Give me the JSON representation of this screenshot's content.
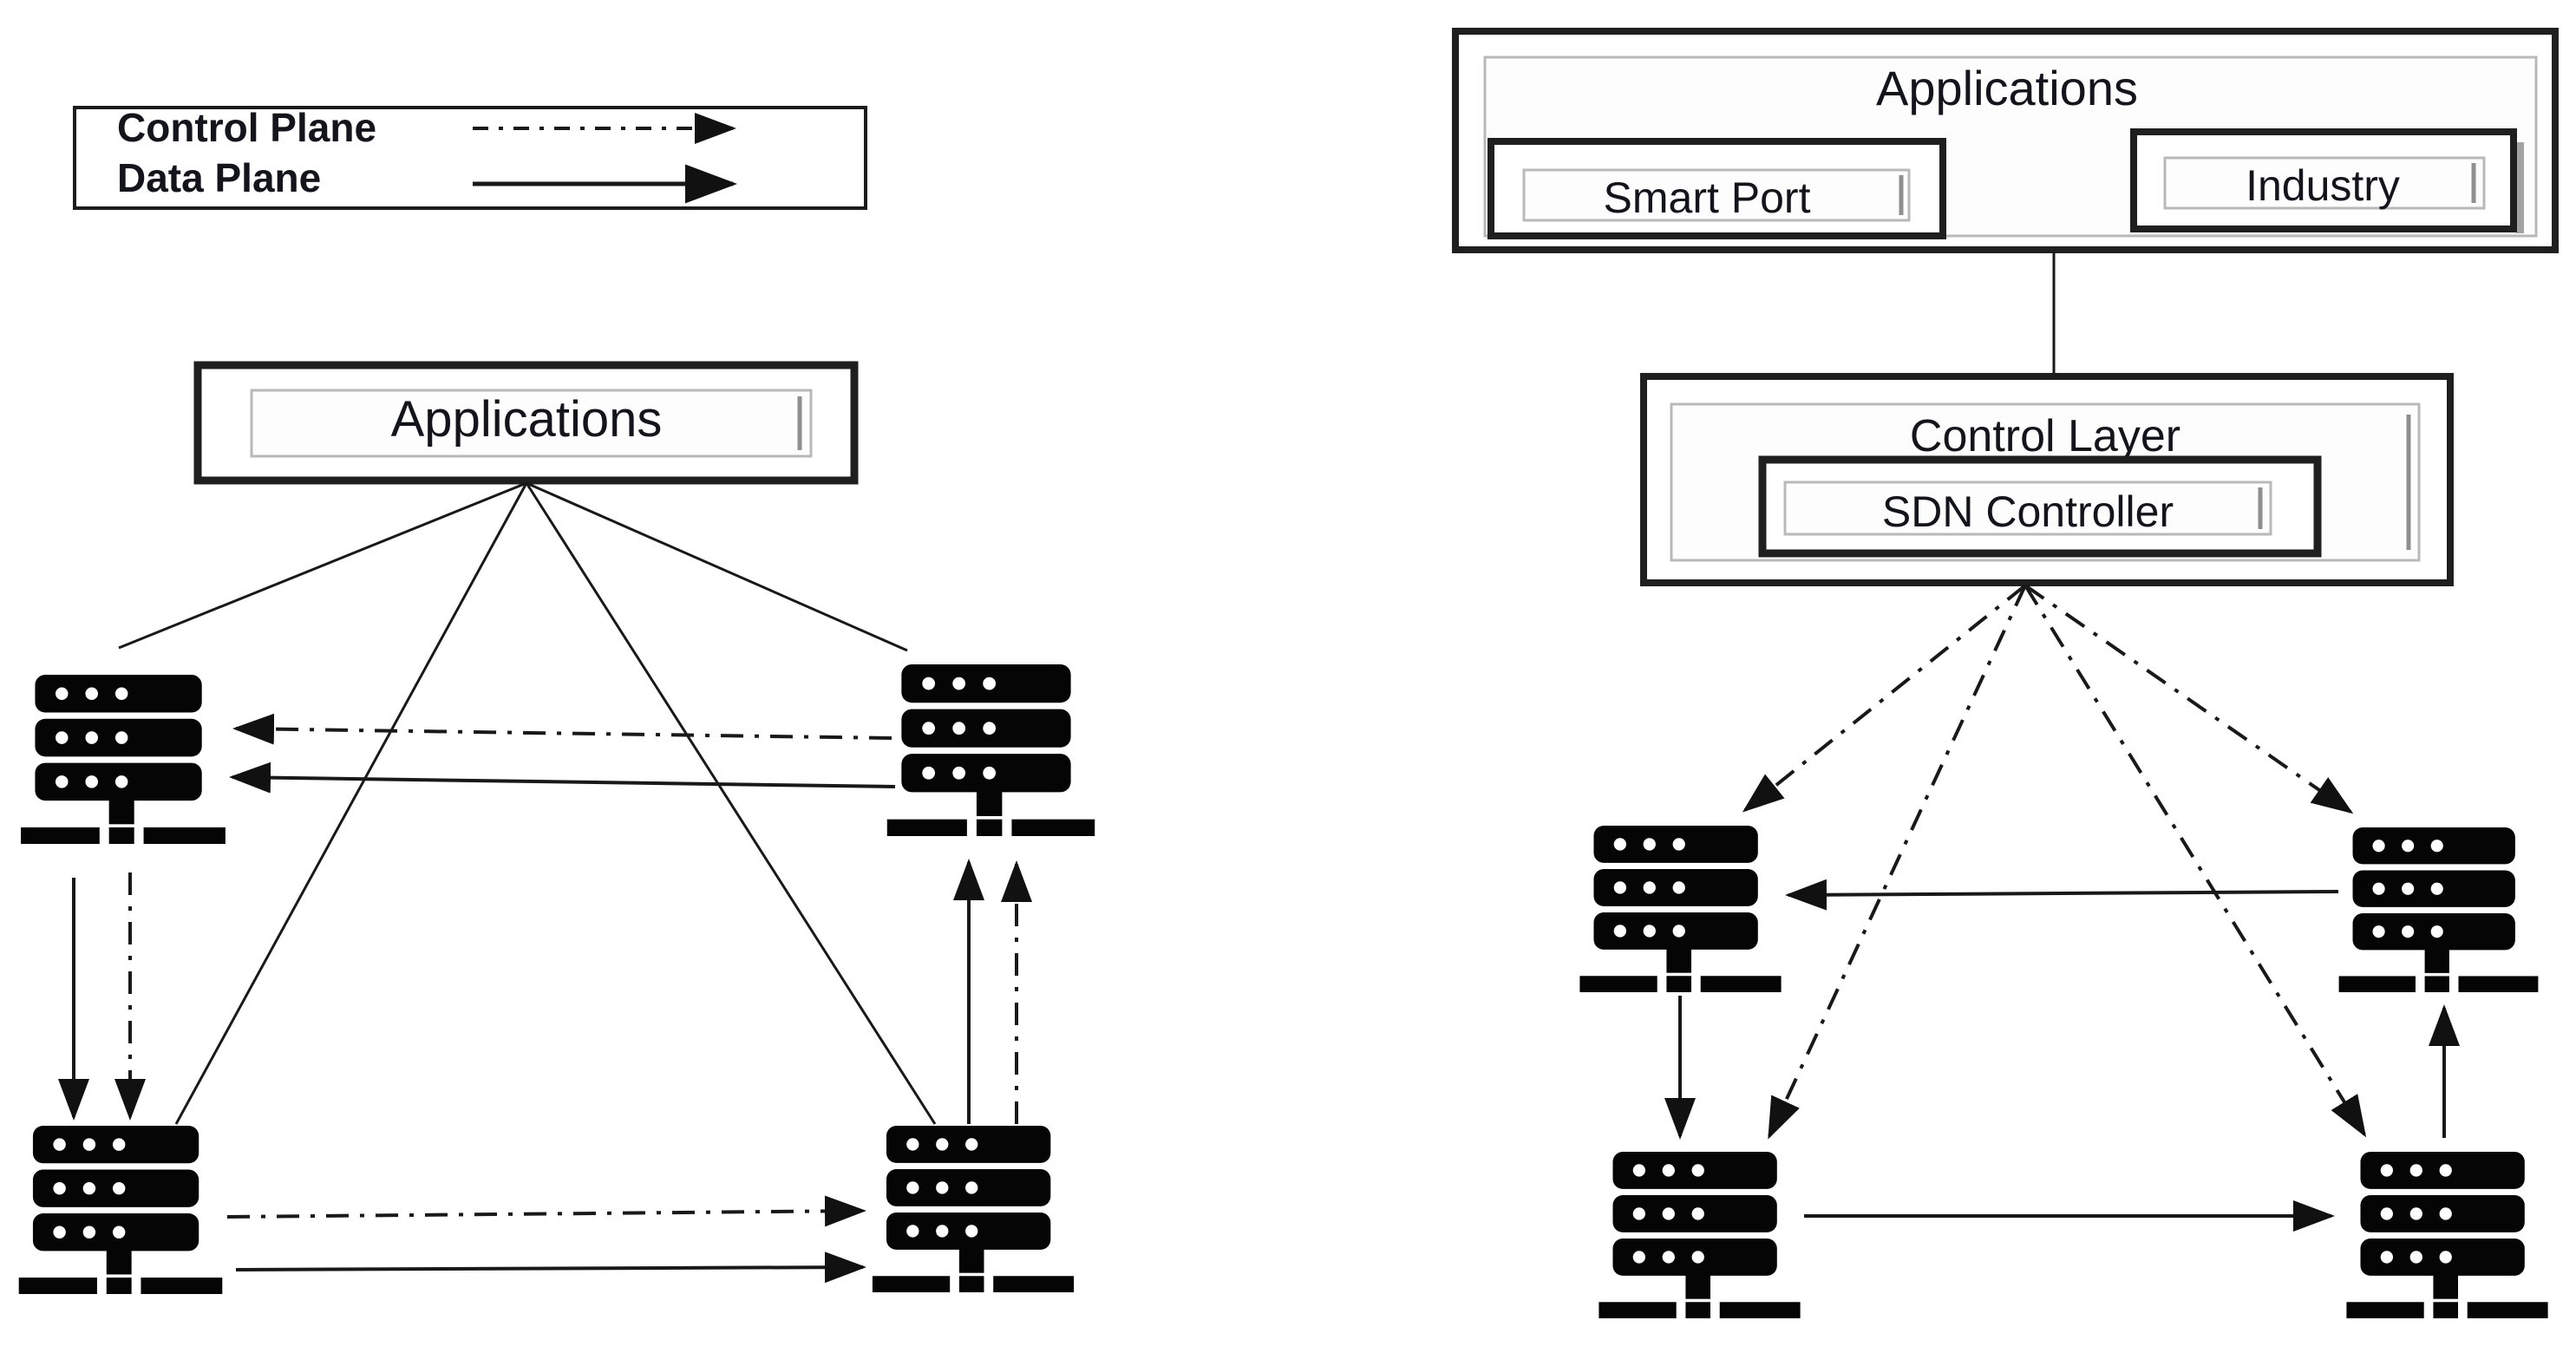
{
  "figure": {
    "description": "Comparison of traditional network (left) and SDN architecture (right)",
    "background": "#ffffff"
  },
  "legend": {
    "control_plane_label": "Control Plane",
    "data_plane_label": "Data Plane"
  },
  "traditional_network": {
    "applications_label": "Applications",
    "switch_icon": "server-rack-icon",
    "switch_count": 4,
    "links": [
      {
        "from": "applications",
        "to": "switch-top-left",
        "style": "plain"
      },
      {
        "from": "applications",
        "to": "switch-top-right",
        "style": "plain"
      },
      {
        "from": "applications",
        "to": "switch-bottom-left",
        "style": "plain"
      },
      {
        "from": "applications",
        "to": "switch-bottom-right",
        "style": "plain"
      },
      {
        "from": "switch-top-right",
        "to": "switch-top-left",
        "style": "control+data"
      },
      {
        "from": "switch-top-left",
        "to": "switch-bottom-left",
        "style": "control+data"
      },
      {
        "from": "switch-bottom-left",
        "to": "switch-bottom-right",
        "style": "control+data"
      },
      {
        "from": "switch-bottom-right",
        "to": "switch-top-right",
        "style": "control+data"
      }
    ]
  },
  "sdn_network": {
    "applications_label": "Applications",
    "smart_port_label": "Smart Port",
    "industry_label": "Industry",
    "control_layer_label": "Control Layer",
    "sdn_controller_label": "SDN Controller",
    "switch_icon": "server-rack-icon",
    "switch_count": 4,
    "links": [
      {
        "from": "applications",
        "to": "control-layer",
        "style": "plain"
      },
      {
        "from": "sdn-controller",
        "to": "switch-top-left",
        "style": "control"
      },
      {
        "from": "sdn-controller",
        "to": "switch-top-right",
        "style": "control"
      },
      {
        "from": "sdn-controller",
        "to": "switch-bottom-left",
        "style": "control"
      },
      {
        "from": "sdn-controller",
        "to": "switch-bottom-right",
        "style": "control"
      },
      {
        "from": "switch-top-right",
        "to": "switch-top-left",
        "style": "data"
      },
      {
        "from": "switch-top-left",
        "to": "switch-bottom-left",
        "style": "data"
      },
      {
        "from": "switch-bottom-left",
        "to": "switch-bottom-right",
        "style": "data"
      },
      {
        "from": "switch-bottom-right",
        "to": "switch-top-right",
        "style": "data"
      }
    ]
  },
  "colors": {
    "ink": "#191919",
    "inner_border": "#b9b9b9",
    "text": "#14141c",
    "background": "#ffffff"
  }
}
